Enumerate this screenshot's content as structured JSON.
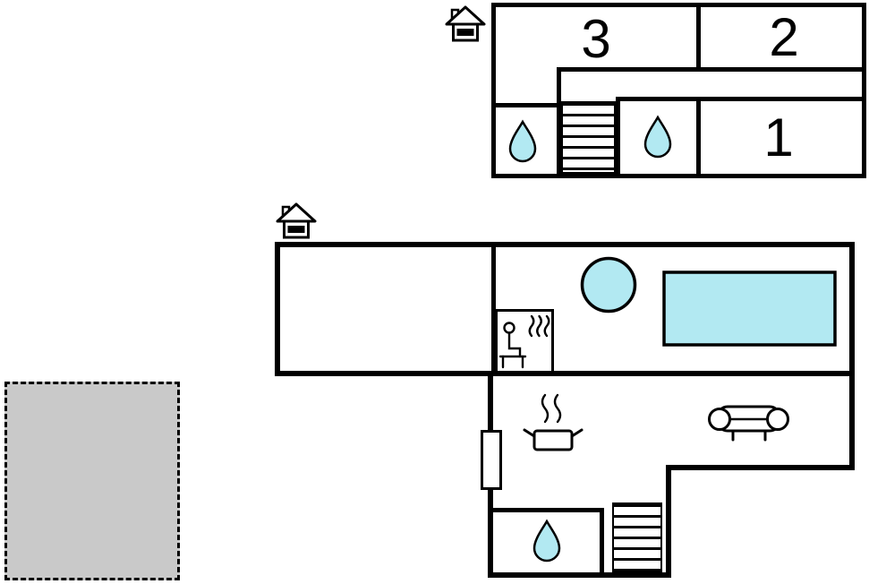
{
  "floors": {
    "upper": {
      "label_rooms": [
        {
          "name": "room-3",
          "label": "3"
        },
        {
          "name": "room-2",
          "label": "2"
        },
        {
          "name": "room-1",
          "label": "1"
        }
      ],
      "features": [
        "house-icon",
        "staircase",
        "water-drop",
        "water-drop"
      ]
    },
    "lower": {
      "features": [
        "house-icon",
        "sauna",
        "hot-tub",
        "pool",
        "stove",
        "sofa",
        "door",
        "water-drop",
        "staircase"
      ]
    },
    "outdoor": {
      "features": [
        "terrace"
      ]
    }
  },
  "colors": {
    "water": "#b2e9f2",
    "terrace_fill": "#c9c9c9",
    "wall": "#000000",
    "background": "#ffffff"
  }
}
